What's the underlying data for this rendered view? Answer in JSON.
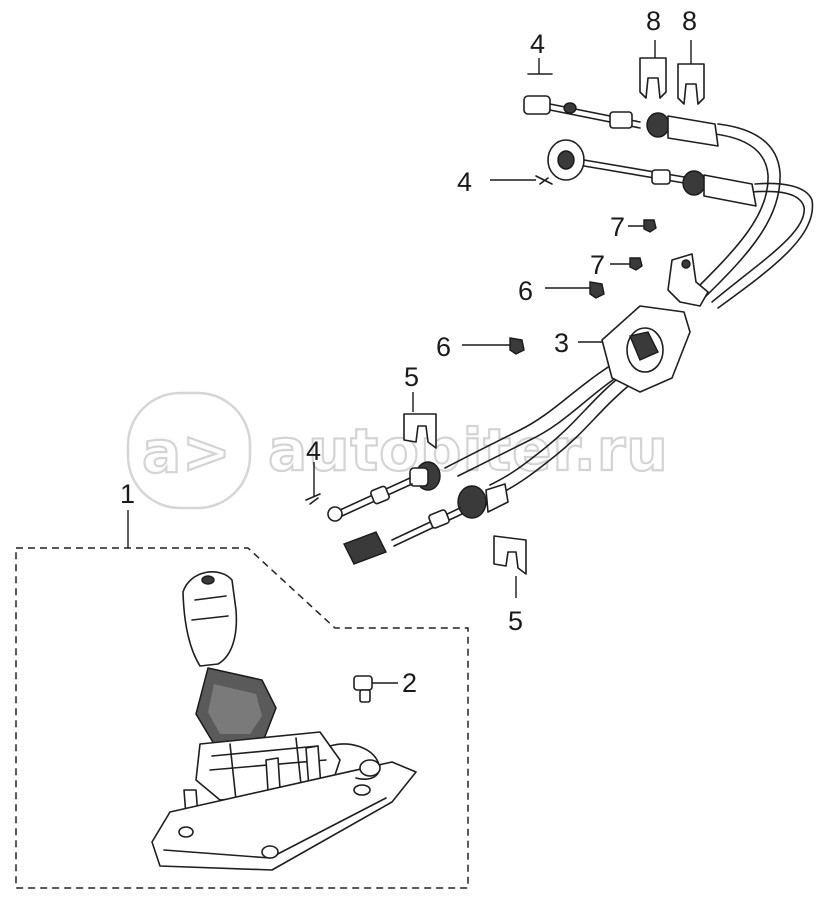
{
  "callouts": {
    "c1": "1",
    "c2": "2",
    "c3": "3",
    "c4a": "4",
    "c4b": "4",
    "c4c": "4",
    "c5a": "5",
    "c5b": "5",
    "c6a": "6",
    "c6b": "6",
    "c7a": "7",
    "c7b": "7",
    "c8a": "8",
    "c8b": "8"
  },
  "watermark": {
    "logo": "a>",
    "text": "autopiter.ru"
  },
  "icons": {
    "watermark_logo": "autopiter-logo-icon"
  }
}
